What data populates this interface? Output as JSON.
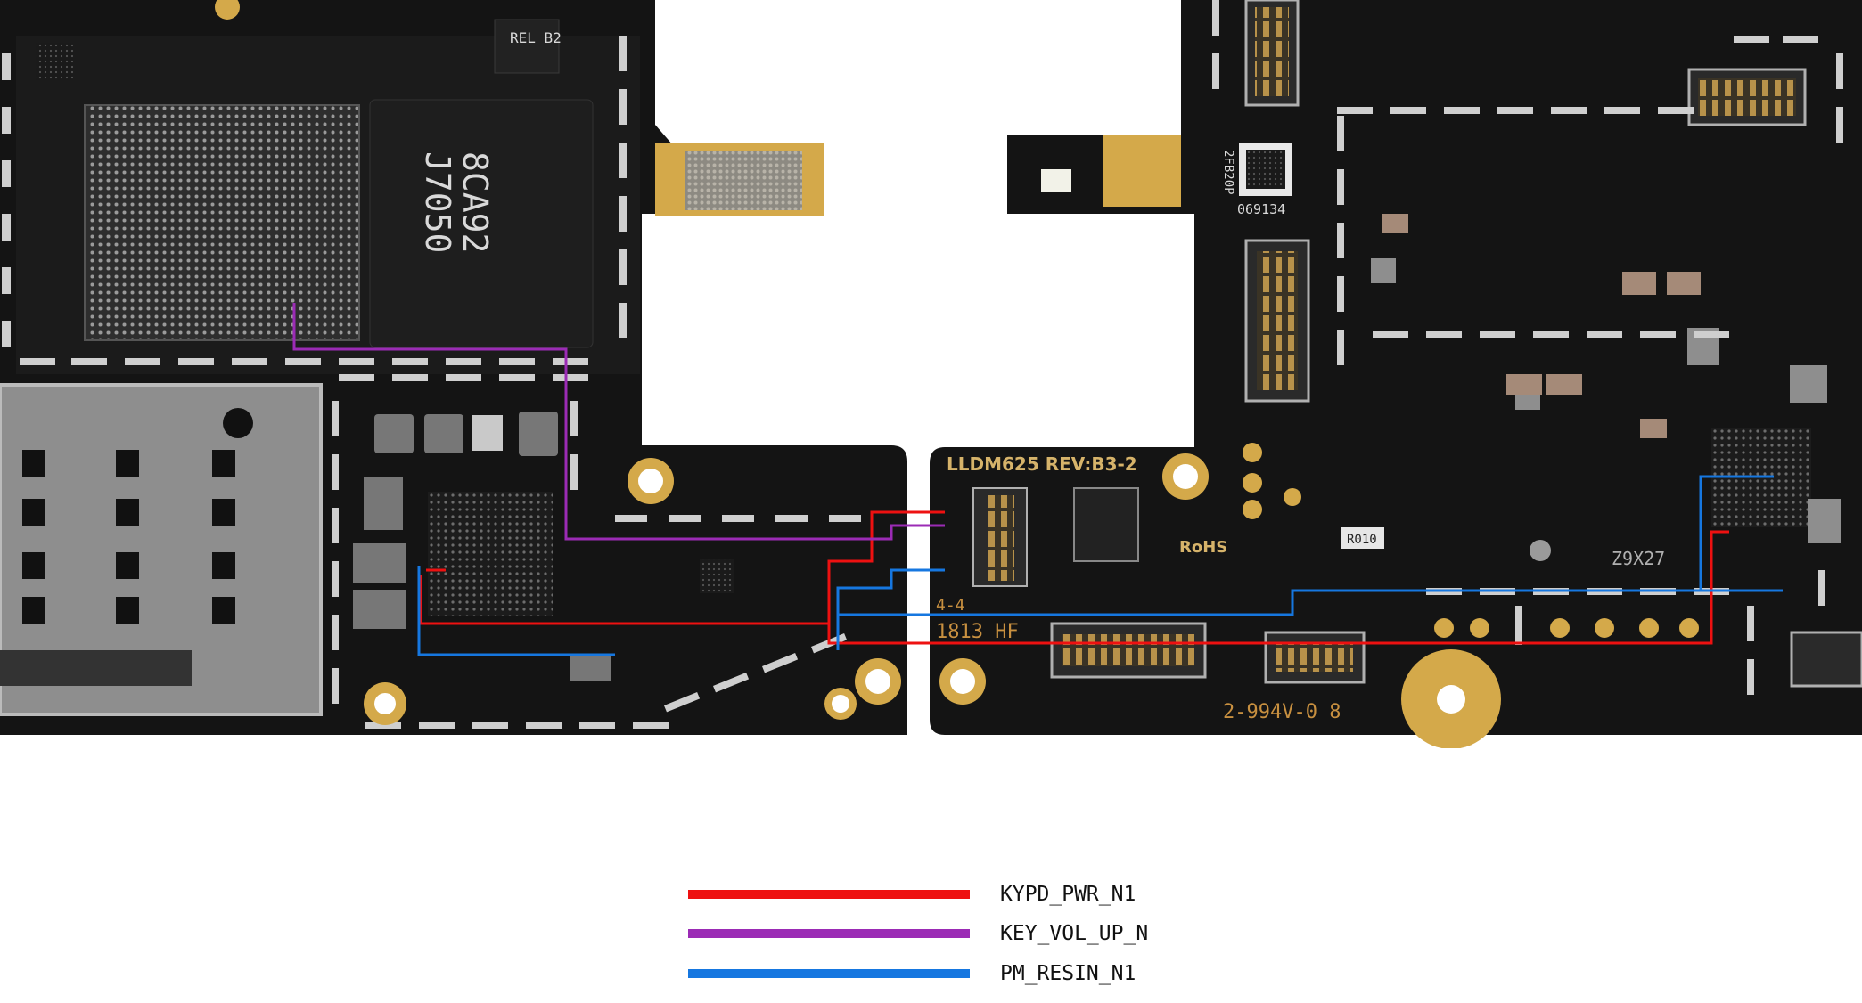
{
  "colors": {
    "board": "#111111",
    "gold": "#d4a94a",
    "kypd_pwr": "#ee1111",
    "key_vol_up": "#9b2bb5",
    "pm_resin": "#1677e0"
  },
  "silkscreen": {
    "board_id": "LLDM625 REV:B3-2",
    "rohs": "RoHS",
    "date_code": "1813 HF",
    "layer": "4-4",
    "ul_mark": "2-994V-0 8",
    "r010": "R010",
    "z9x27": "Z9X27",
    "qr_code": "069134",
    "chip_mark_1": "REL B2",
    "chip_mark_2": "8CA92",
    "chip_mark_3": "J7050",
    "chip_mark_4": "2FB20P"
  },
  "legend": [
    {
      "label": "KYPD_PWR_N1",
      "color": "#ee1111"
    },
    {
      "label": "KEY_VOL_UP_N",
      "color": "#9b2bb5"
    },
    {
      "label": "PM_RESIN_N1",
      "color": "#1677e0"
    }
  ]
}
